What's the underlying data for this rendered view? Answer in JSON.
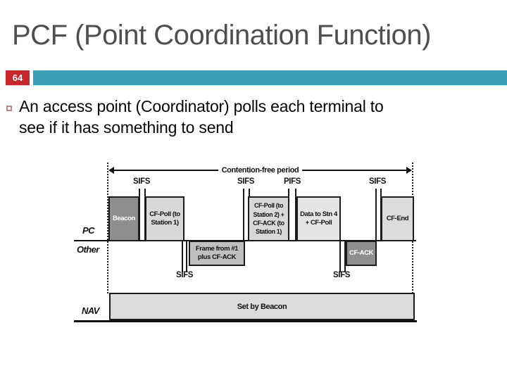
{
  "slide": {
    "title": "PCF (Point Coordination Function)",
    "page_number": "64",
    "bullet": {
      "line1": "An access point (Coordinator) polls each terminal to",
      "line2": "see if it has something to send"
    },
    "colors": {
      "title_gray": "#4f4f4f",
      "badge_red": "#c9252c",
      "accent_teal": "#3a9eb4"
    }
  },
  "diagram": {
    "arrow_label": "Contention-free period",
    "row_labels": {
      "pc": "PC",
      "other": "Other",
      "nav": "NAV"
    },
    "top_gaps": [
      {
        "label": "SIFS"
      },
      {
        "label": "SIFS"
      },
      {
        "label": "PIFS"
      },
      {
        "label": "SIFS"
      }
    ],
    "bottom_gaps": [
      {
        "label": "SIFS"
      },
      {
        "label": "SIFS"
      }
    ],
    "pc_boxes": [
      {
        "name": "beacon",
        "lines": [
          "Beacon"
        ]
      },
      {
        "name": "cf-poll-to-station-1",
        "lines": [
          "CF-Poll (to",
          "Station 1)"
        ]
      },
      {
        "name": "cf-poll-station-2-cf-ack-station-1",
        "lines": [
          "CF-Poll (to",
          "Station 2) +",
          "CF-ACK (to",
          "Station 1)"
        ]
      },
      {
        "name": "data-to-stn-4-cf-poll",
        "lines": [
          "Data to Stn 4",
          "+ CF-Poll"
        ]
      },
      {
        "name": "cf-end",
        "lines": [
          "CF-End"
        ]
      }
    ],
    "other_boxes": [
      {
        "name": "frame-from-1-plus-cf-ack",
        "lines": [
          "Frame from #1",
          "plus CF-ACK"
        ]
      },
      {
        "name": "cf-ack",
        "lines": [
          "CF-ACK"
        ]
      }
    ],
    "nav_box_label": "Set by Beacon"
  }
}
